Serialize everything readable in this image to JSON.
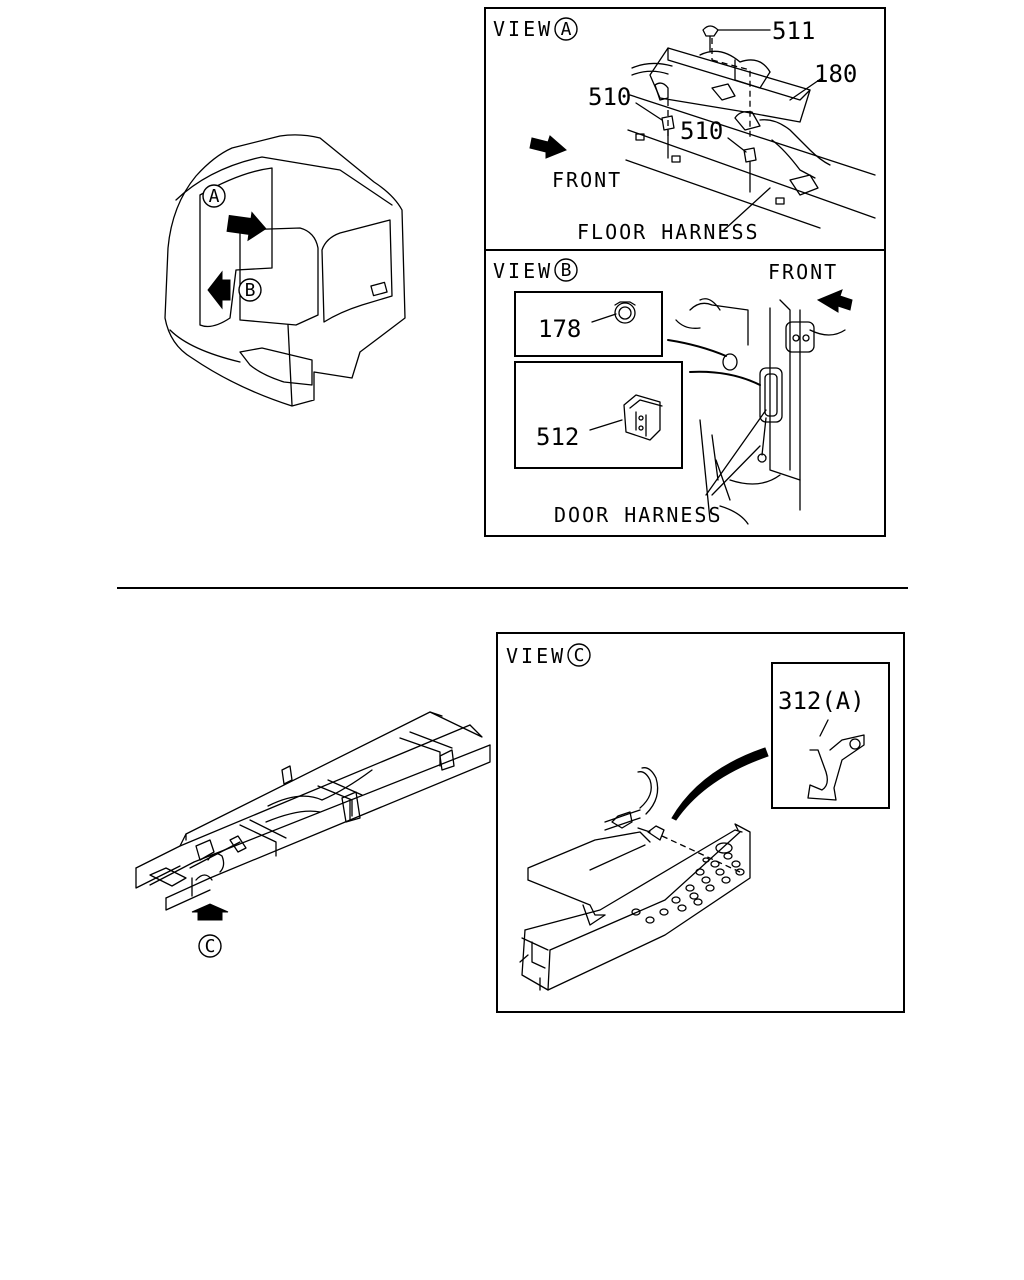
{
  "view_a": {
    "title": "VIEW",
    "marker": "A",
    "callouts": [
      "511",
      "180",
      "510",
      "510"
    ],
    "front_label": "FRONT",
    "harness_label": "FLOOR HARNESS"
  },
  "view_b": {
    "title": "VIEW",
    "marker": "B",
    "front_label": "FRONT",
    "part_178": "178",
    "part_512": "512",
    "harness_label": "DOOR HARNESS"
  },
  "view_c": {
    "title": "VIEW",
    "marker": "C",
    "part_312": "312(A)"
  },
  "cab_markers": [
    "A",
    "B"
  ],
  "frame_marker": "C"
}
